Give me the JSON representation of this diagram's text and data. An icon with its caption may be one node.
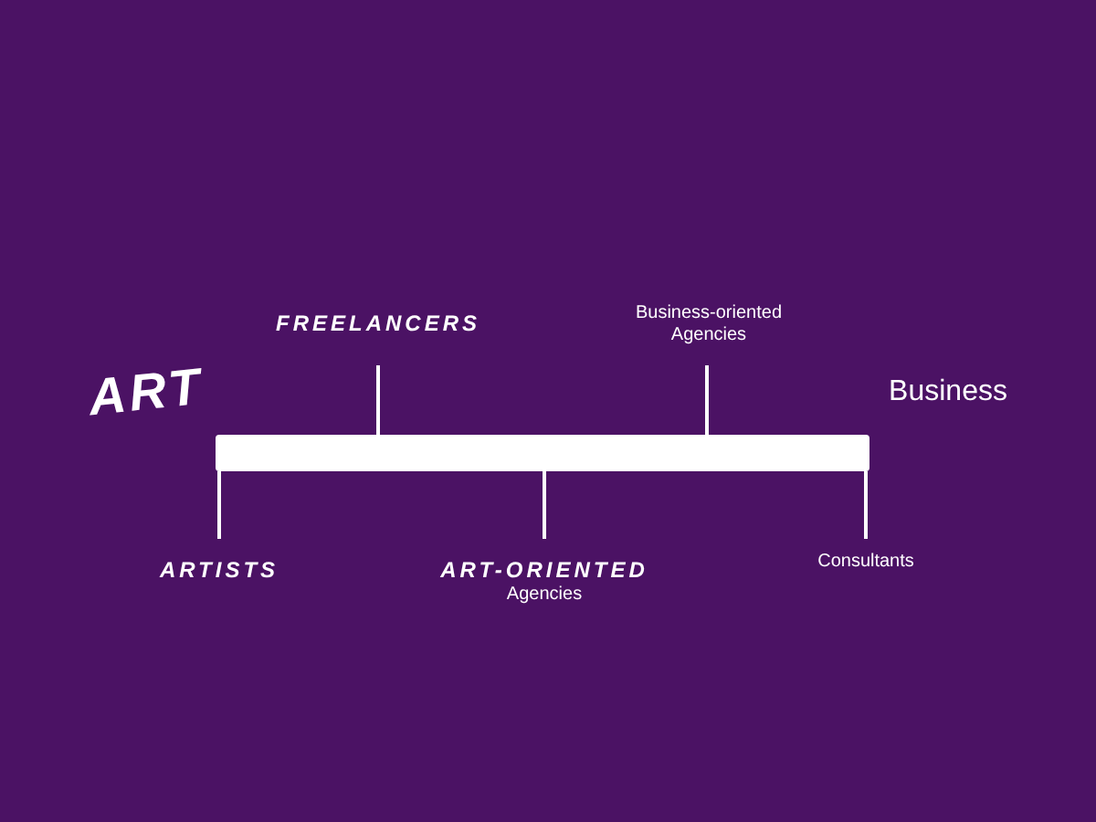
{
  "diagram": {
    "labels": [
      "ART",
      "FREELANCERS",
      "Business-oriented Agencies",
      "Business",
      "ARTISTS",
      "ART-ORIENTED",
      "Agencies",
      "Consultants"
    ]
  }
}
